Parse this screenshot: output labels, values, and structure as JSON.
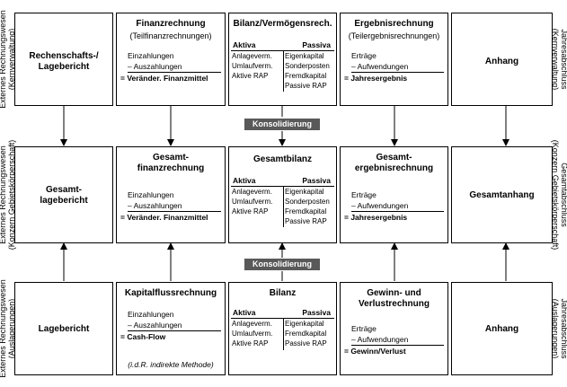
{
  "rows": [
    {
      "side_left": [
        "Externes Rechnungswesen",
        "(Kernverwaltung)"
      ],
      "side_right": [
        "Jahresabschluss",
        "(Kernverwaltung)"
      ],
      "report": "Rechenschafts-/ Lagebericht",
      "flow": {
        "title": "Finanzrechnung",
        "subtitle": "(Teilfinanzrechnungen)",
        "line1": "Einzahlungen",
        "line2": "– Auszahlungen",
        "result": "= Veränder. Finanzmittel"
      },
      "balance": {
        "title": "Bilanz/Vermögensrech.",
        "aktiva": "Aktiva",
        "passiva": "Passiva",
        "left": [
          "Anlageverm.",
          "Umlaufverm.",
          "Aktive RAP"
        ],
        "right": [
          "Eigenkapital",
          "Sonderposten",
          "Fremdkapital",
          "Passive RAP"
        ]
      },
      "income": {
        "title": "Ergebnisrechnung",
        "subtitle": "(Teilergebnisrechnungen)",
        "line1": "Erträge",
        "line2": "– Aufwendungen",
        "result": "= Jahresergebnis"
      },
      "annex": "Anhang"
    },
    {
      "side_left": [
        "Externes Rechnungswesen",
        "(Konzern Gebietskörperschaft)"
      ],
      "side_right": [
        "Gesamtabschluss",
        "(Konzern Gebietskörperschaft)"
      ],
      "report": "Gesamt- lagebericht",
      "flow": {
        "title": "Gesamt- finanzrechnung",
        "line1": "Einzahlungen",
        "line2": "– Auszahlungen",
        "result": "= Veränder. Finanzmittel"
      },
      "balance": {
        "title": "Gesamtbilanz",
        "aktiva": "Aktiva",
        "passiva": "Passiva",
        "left": [
          "Anlageverm.",
          "Umlaufverm.",
          "Aktive RAP"
        ],
        "right": [
          "Eigenkapital",
          "Sonderposten",
          "Fremdkapital",
          "Passive RAP"
        ]
      },
      "income": {
        "title": "Gesamt- ergebnisrechnung",
        "line1": "Erträge",
        "line2": "– Aufwendungen",
        "result": "= Jahresergebnis"
      },
      "annex": "Gesamtanhang"
    },
    {
      "side_left": [
        "Externes Rechnungswesen",
        "(Auslagerungen)"
      ],
      "side_right": [
        "Jahresabschluss",
        "(Auslagerungen)"
      ],
      "report": "Lagebericht",
      "flow": {
        "title": "Kapitalflussrechnung",
        "line1": "Einzahlungen",
        "line2": "– Auszahlungen",
        "result": "= Cash-Flow",
        "note": "(i.d.R. indirekte Methode)"
      },
      "balance": {
        "title": "Bilanz",
        "aktiva": "Aktiva",
        "passiva": "Passiva",
        "left": [
          "Anlageverm.",
          "Umlaufverm.",
          "Aktive RAP"
        ],
        "right": [
          "Eigenkapital",
          "Fremdkapital",
          "Passive RAP"
        ]
      },
      "income": {
        "title": "Gewinn- und Verlustrechnung",
        "line1": "Erträge",
        "line2": "– Aufwendungen",
        "result": "= Gewinn/Verlust"
      },
      "annex": "Anhang"
    }
  ],
  "consolidation_labels": [
    "Konsolidierung",
    "Konsolidierung"
  ]
}
